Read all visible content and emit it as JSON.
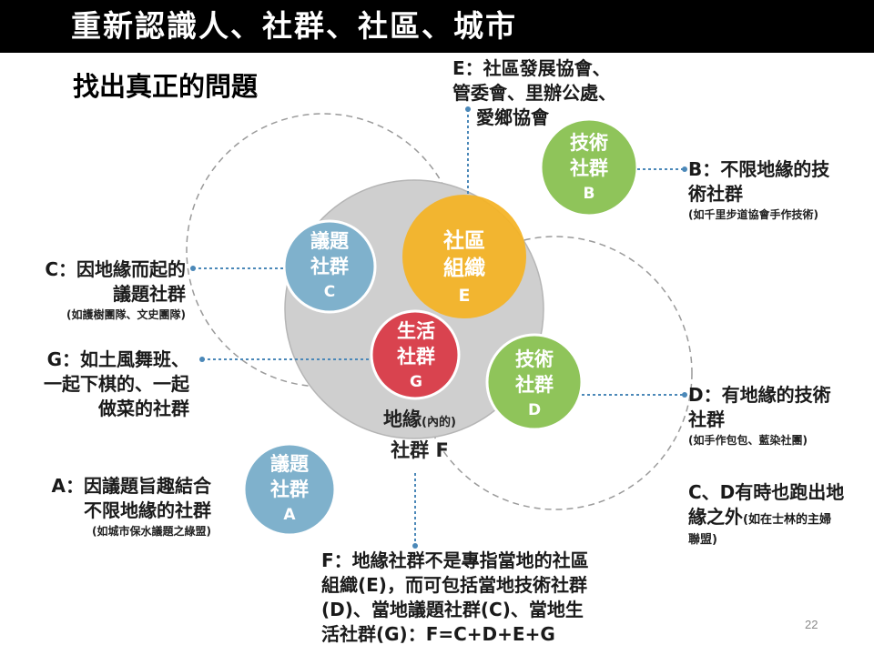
{
  "title": "重新認識人、社群、社區、城市",
  "subtitle": "找出真正的問題",
  "page_number": "22",
  "colors": {
    "header_bg": "#000000",
    "territory_circle": "#cfcfcf",
    "community_org": "#f4b324",
    "tech_community": "#8fc45a",
    "issue_community": "#7fb1cc",
    "life_community": "#d9434f",
    "connector": "#4b88b8"
  },
  "circles": {
    "territory": {
      "line1": "地緣",
      "paren": "(內的)",
      "line2": "社群 F"
    },
    "community_org": {
      "line1": "社區",
      "line2": "組織",
      "letter": "E"
    },
    "issue_c": {
      "line1": "議題",
      "line2": "社群",
      "letter": "C"
    },
    "life_g": {
      "line1": "生活",
      "line2": "社群",
      "letter": "G"
    },
    "tech_d": {
      "line1": "技術",
      "line2": "社群",
      "letter": "D"
    },
    "tech_b": {
      "line1": "技術",
      "line2": "社群",
      "letter": "B"
    },
    "issue_a": {
      "line1": "議題",
      "line2": "社群",
      "letter": "A"
    }
  },
  "labels": {
    "e": {
      "l1": "E：社區發展協會、",
      "l2": "管委會、里辦公處、",
      "l3": "愛鄉協會"
    },
    "b": {
      "l1": "B：不限地緣的技",
      "l2": "術社群",
      "note": "(如千里步道協會手作技術)"
    },
    "c": {
      "l1": "C：因地緣而起的",
      "l2": "議題社群",
      "note": "(如護樹團隊、文史團隊)"
    },
    "g": {
      "l1": "G：如土風舞班、",
      "l2": "一起下棋的、一起",
      "l3": "做菜的社群"
    },
    "d": {
      "l1": "D：有地緣的技術",
      "l2": "社群",
      "note": "(如手作包包、藍染社團)"
    },
    "a": {
      "l1": "A：因議題旨趣結合",
      "l2": "不限地緣的社群",
      "note": "(如城市保水議題之綠盟)"
    },
    "cd": {
      "l1": "C、D有時也跑出地",
      "l2": "緣之外",
      "paren": "(如在士林的主婦",
      "l3": "聯盟)"
    },
    "f": {
      "l1": "F：地緣社群不是專指當地的社區",
      "l2": "組織(E)，而可包括當地技術社群",
      "l3": "(D)、當地議題社群(C)、當地生",
      "l4": "活社群(G)：F=C+D+E+G"
    }
  }
}
